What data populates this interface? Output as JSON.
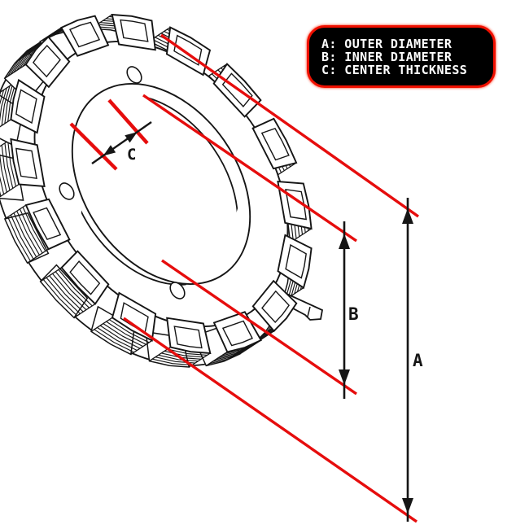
{
  "legend": {
    "rows": [
      {
        "text": "A: OUTER DIAMETER"
      },
      {
        "text": "B: INNER DIAMETER"
      },
      {
        "text": "C: CENTER THICKNESS"
      }
    ]
  },
  "markers": {
    "outer_diameter": "A",
    "inner_diameter": "B",
    "center_thickness": "C"
  },
  "colors": {
    "annotation_red": "#e60d0d",
    "drawing_ink": "#151515",
    "legend_background": "#000000",
    "legend_border": "#ff1500",
    "legend_text": "#ffffff"
  }
}
